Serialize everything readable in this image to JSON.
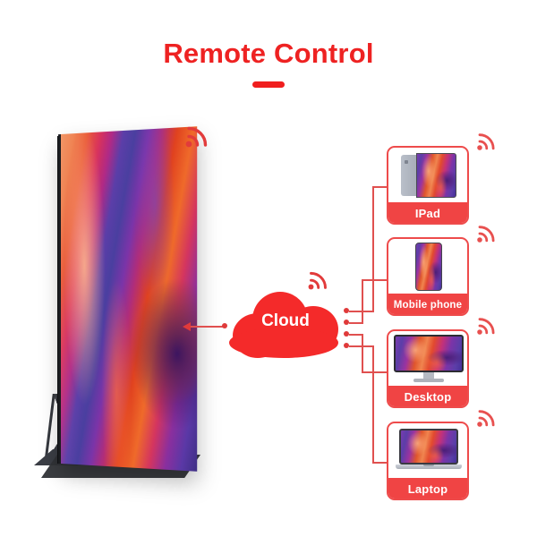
{
  "header": {
    "title": "Remote Control",
    "accent_color": "#EE2222",
    "underline": "divider-dash"
  },
  "colors": {
    "brand_red": "#F42A2A",
    "card_border": "#EE4B4B",
    "label_bar": "#F04444",
    "connector": "#E0504F",
    "background": "#FFFFFF"
  },
  "hub": {
    "label": "Cloud",
    "icon": "cloud-icon"
  },
  "display": {
    "name": "led-poster-display",
    "icon": "led-poster-icon"
  },
  "connectors": {
    "display_link": "bidirectional-arrow",
    "branch_count": 4
  },
  "devices": [
    {
      "label": "IPad",
      "icon": "tablet-icon",
      "wifi": "wifi-icon"
    },
    {
      "label": "Mobile phone",
      "icon": "phone-icon",
      "wifi": "wifi-icon"
    },
    {
      "label": "Desktop",
      "icon": "imac-icon",
      "wifi": "wifi-icon"
    },
    {
      "label": "Laptop",
      "icon": "laptop-icon",
      "wifi": "wifi-icon"
    }
  ],
  "wifi_icons": {
    "display_signal": "wifi-icon",
    "cloud_signal": "wifi-icon"
  }
}
